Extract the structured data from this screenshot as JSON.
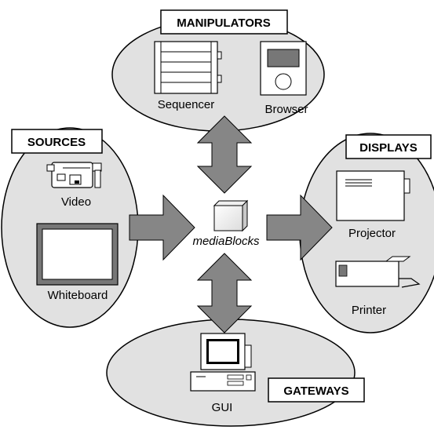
{
  "groups": {
    "manipulators": {
      "title": "MANIPULATORS",
      "items": [
        "Sequencer",
        "Browser"
      ]
    },
    "sources": {
      "title": "SOURCES",
      "items": [
        "Video",
        "Whiteboard"
      ]
    },
    "displays": {
      "title": "DISPLAYS",
      "items": [
        "Projector",
        "Printer"
      ]
    },
    "gateways": {
      "title": "GATEWAYS",
      "items": [
        "GUI"
      ]
    }
  },
  "center": {
    "label": "mediaBlocks",
    "icon": "cube-icon"
  },
  "colors": {
    "ellipse_fill": "#e1e1e1",
    "arrow_fill": "#868686",
    "stroke": "#000000"
  }
}
